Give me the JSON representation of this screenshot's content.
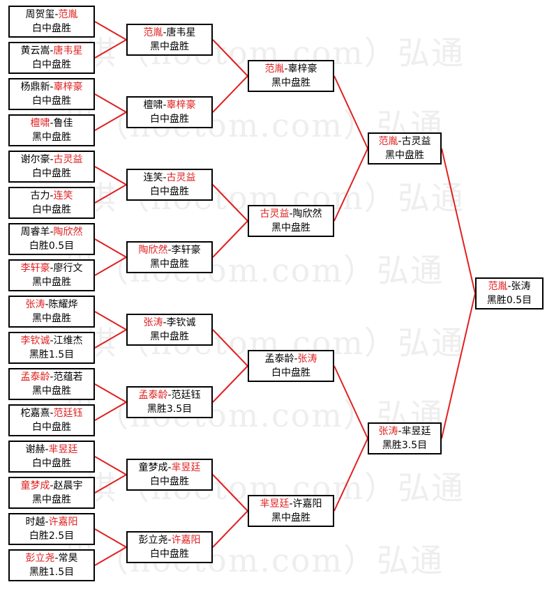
{
  "watermark": "棋（hoetom.com）弘通",
  "colors": {
    "winner": "#e02020",
    "loser": "#000000",
    "line": "#e02020",
    "border": "#000000"
  },
  "rounds": [
    [
      {
        "a": "周贺玺",
        "b": "范胤",
        "winner": "b",
        "result": "白中盘胜"
      },
      {
        "a": "黄云嵩",
        "b": "唐韦星",
        "winner": "b",
        "result": "白中盘胜"
      },
      {
        "a": "杨鼎新",
        "b": "辜梓豪",
        "winner": "b",
        "result": "白中盘胜"
      },
      {
        "a": "檀啸",
        "b": "鲁佳",
        "winner": "a",
        "result": "黑中盘胜"
      },
      {
        "a": "谢尔豪",
        "b": "古灵益",
        "winner": "b",
        "result": "白中盘胜"
      },
      {
        "a": "古力",
        "b": "连笑",
        "winner": "b",
        "result": "白中盘胜"
      },
      {
        "a": "周睿羊",
        "b": "陶欣然",
        "winner": "b",
        "result": "白胜0.5目"
      },
      {
        "a": "李轩豪",
        "b": "廖行文",
        "winner": "a",
        "result": "黑中盘胜"
      },
      {
        "a": "张涛",
        "b": "陈耀烨",
        "winner": "a",
        "result": "黑中盘胜"
      },
      {
        "a": "李钦诚",
        "b": "江维杰",
        "winner": "a",
        "result": "黑胜1.5目"
      },
      {
        "a": "孟泰龄",
        "b": "范蕴若",
        "winner": "a",
        "result": "黑中盘胜"
      },
      {
        "a": "柁嘉熹",
        "b": "范廷钰",
        "winner": "b",
        "result": "白中盘胜"
      },
      {
        "a": "谢赫",
        "b": "芈昱廷",
        "winner": "b",
        "result": "白中盘胜"
      },
      {
        "a": "童梦成",
        "b": "赵晨宇",
        "winner": "a",
        "result": "黑中盘胜"
      },
      {
        "a": "时越",
        "b": "许嘉阳",
        "winner": "b",
        "result": "白胜2.5目"
      },
      {
        "a": "彭立尧",
        "b": "常昊",
        "winner": "a",
        "result": "黑胜1.5目"
      }
    ],
    [
      {
        "a": "范胤",
        "b": "唐韦星",
        "winner": "a",
        "result": "黑中盘胜"
      },
      {
        "a": "檀啸",
        "b": "辜梓豪",
        "winner": "b",
        "result": "白中盘胜"
      },
      {
        "a": "连笑",
        "b": "古灵益",
        "winner": "b",
        "result": "白中盘胜"
      },
      {
        "a": "陶欣然",
        "b": "李轩豪",
        "winner": "a",
        "result": "黑中盘胜"
      },
      {
        "a": "张涛",
        "b": "李钦诚",
        "winner": "a",
        "result": "黑中盘胜"
      },
      {
        "a": "孟泰龄",
        "b": "范廷钰",
        "winner": "a",
        "result": "黑胜3.5目"
      },
      {
        "a": "童梦成",
        "b": "芈昱廷",
        "winner": "b",
        "result": "白中盘胜"
      },
      {
        "a": "彭立尧",
        "b": "许嘉阳",
        "winner": "b",
        "result": "白中盘胜"
      }
    ],
    [
      {
        "a": "范胤",
        "b": "辜梓豪",
        "winner": "a",
        "result": "黑中盘胜"
      },
      {
        "a": "古灵益",
        "b": "陶欣然",
        "winner": "a",
        "result": "黑中盘胜"
      },
      {
        "a": "孟泰龄",
        "b": "张涛",
        "winner": "b",
        "result": "白中盘胜"
      },
      {
        "a": "芈昱廷",
        "b": "许嘉阳",
        "winner": "a",
        "result": "黑中盘胜"
      }
    ],
    [
      {
        "a": "范胤",
        "b": "古灵益",
        "winner": "a",
        "result": "黑中盘胜"
      },
      {
        "a": "张涛",
        "b": "芈昱廷",
        "winner": "a",
        "result": "黑胜3.5目"
      }
    ],
    [
      {
        "a": "范胤",
        "b": "张涛",
        "winner": "a",
        "result": "黑胜0.5目"
      }
    ]
  ]
}
